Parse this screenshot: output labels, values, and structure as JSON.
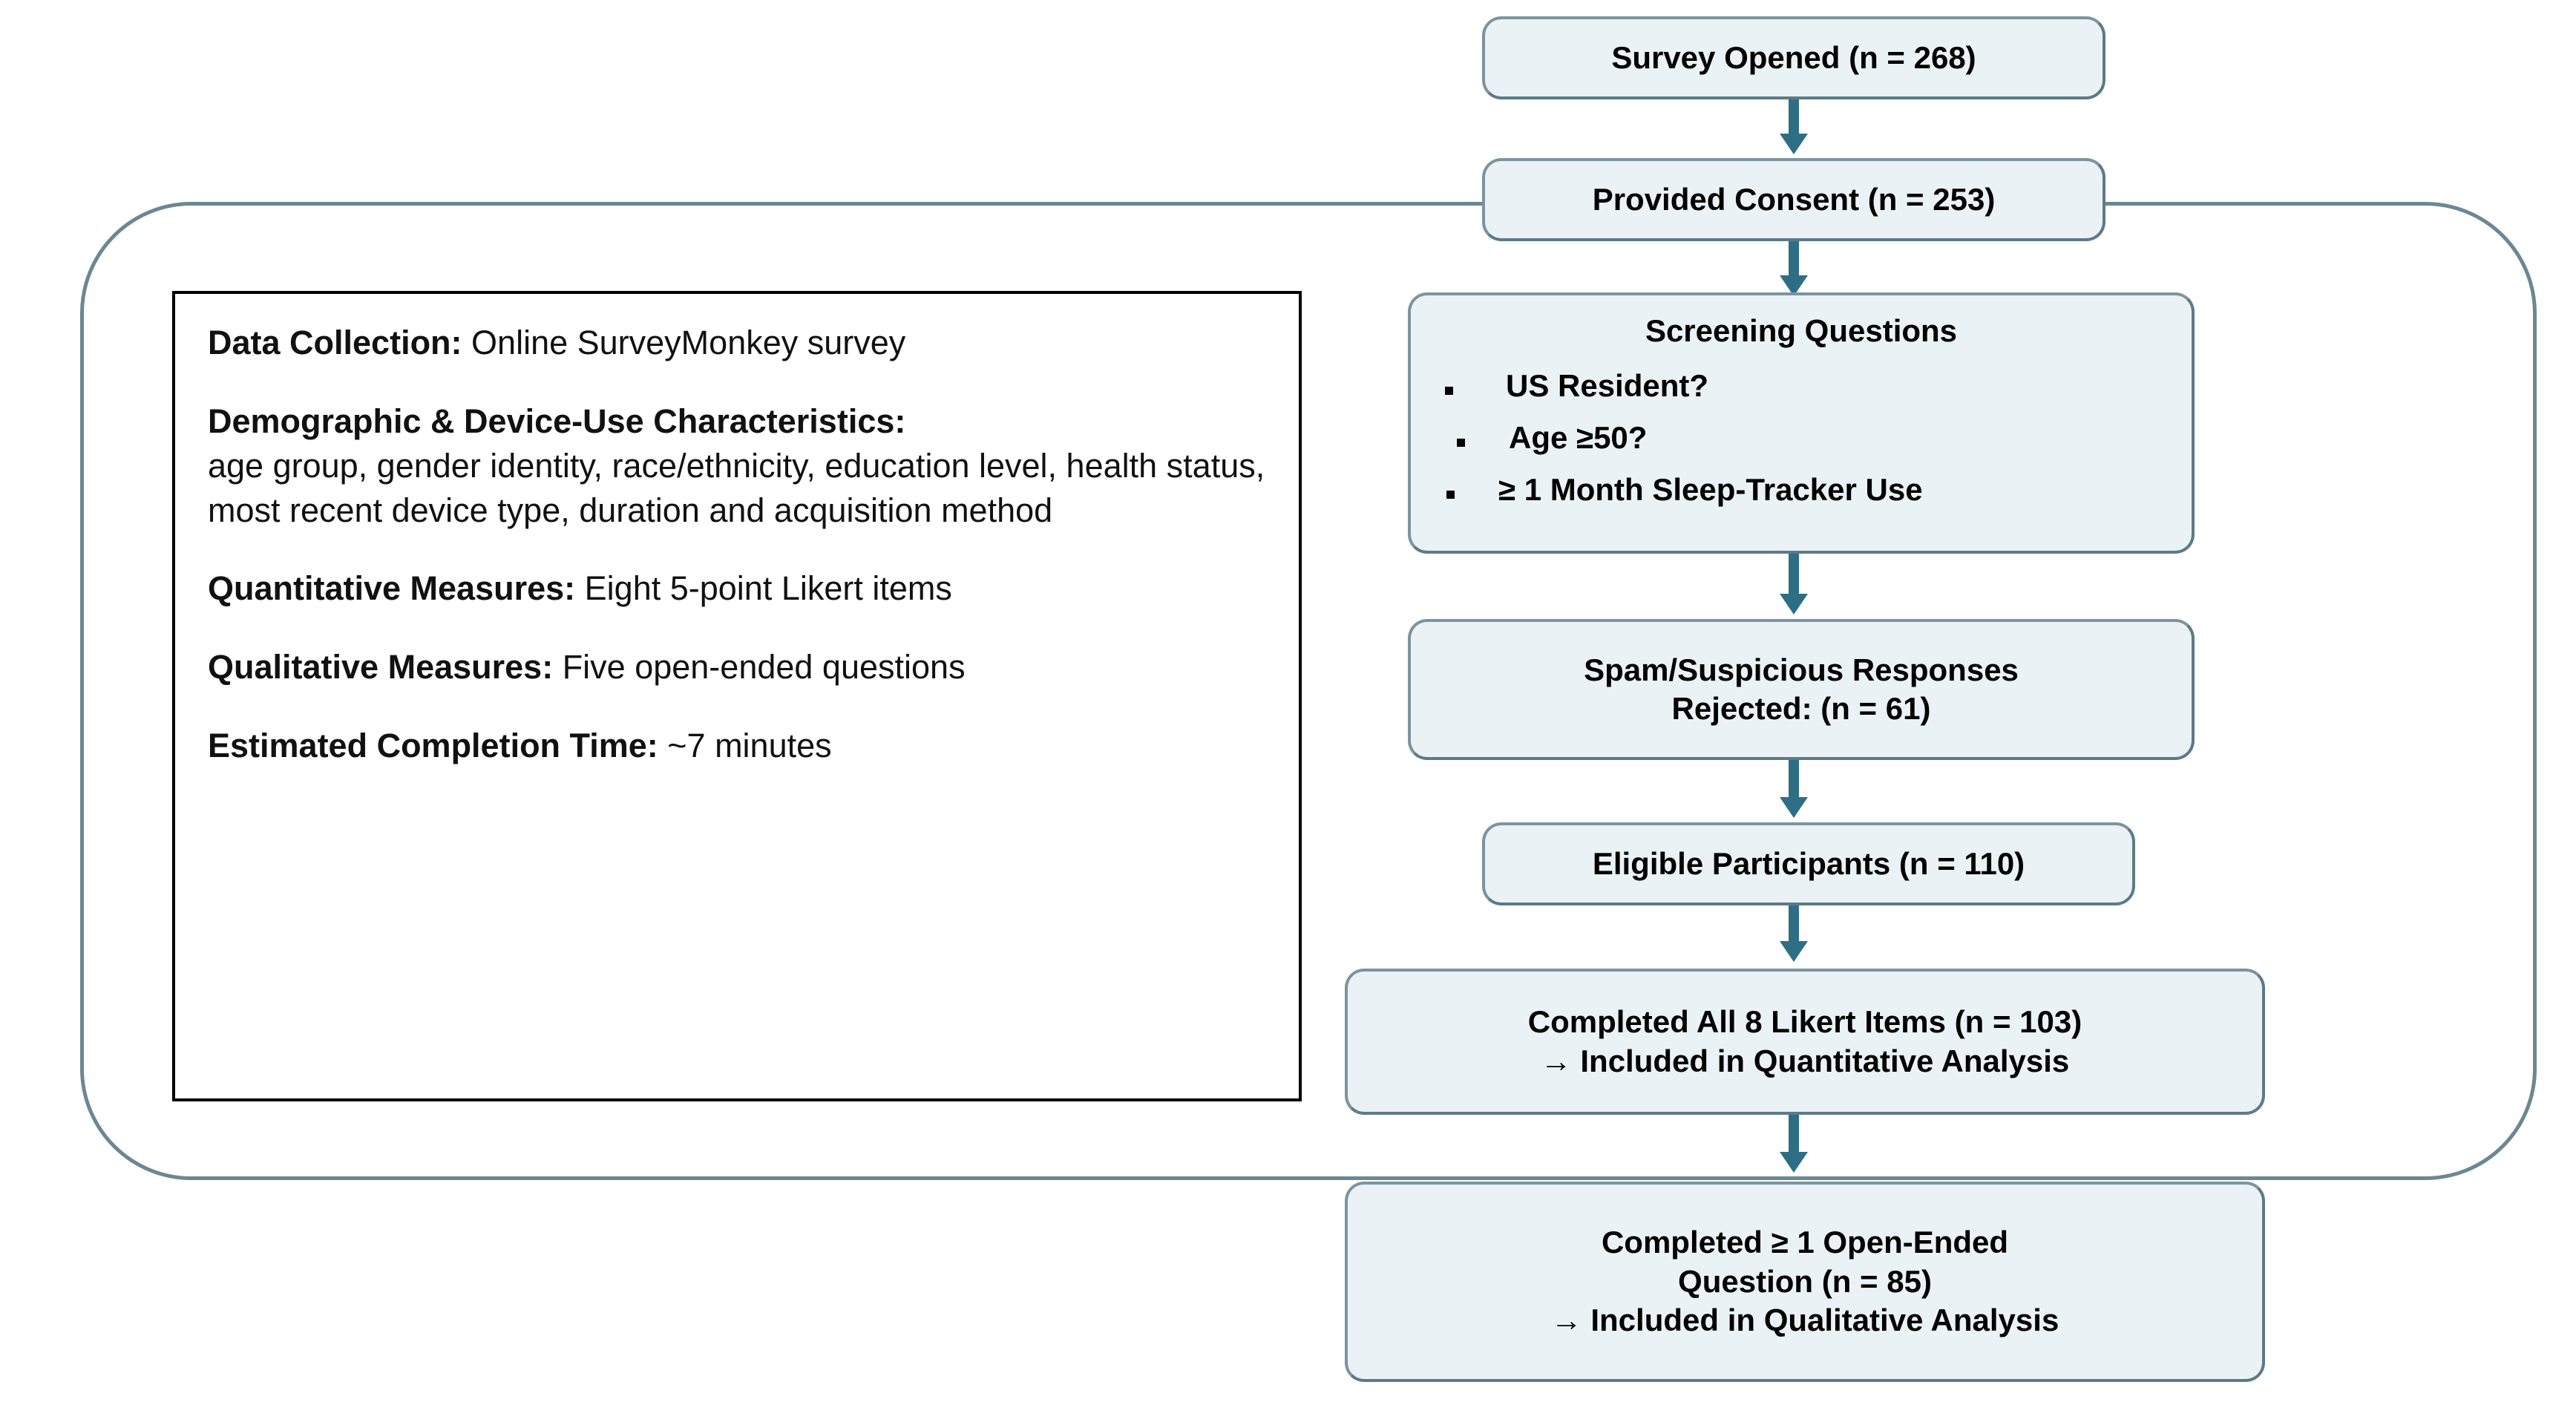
{
  "diagram": {
    "title_hidden": "Survey participant flow diagram",
    "accent_color": "#2e6e85",
    "node_fill": "#eaf2f5",
    "node_border": "#7d949e",
    "enclosure_border": "#6b8793",
    "infobox_border": "#000000"
  },
  "flow": {
    "nodes": [
      {
        "id": "survey-opened",
        "text": "Survey Opened (n = 268)"
      },
      {
        "id": "provided-consent",
        "text": "Provided Consent (n = 253)"
      },
      {
        "id": "screening",
        "title": "Screening Questions",
        "bullets": [
          "US Resident?",
          "Age ≥50?",
          "≥ 1 Month Sleep-Tracker Use"
        ]
      },
      {
        "id": "spam-rejected",
        "line1": "Spam/Suspicious Responses",
        "line2": "Rejected: (n = 61)"
      },
      {
        "id": "eligible",
        "text": "Eligible Participants (n = 110)"
      },
      {
        "id": "quantitative",
        "line1": "Completed All 8 Likert Items (n = 103)",
        "line2": "→ Included in Quantitative Analysis"
      },
      {
        "id": "qualitative",
        "line1": "Completed ≥ 1 Open-Ended",
        "line2": "Question (n = 85)",
        "line3": "→ Included in Qualitative Analysis"
      }
    ]
  },
  "infobox": {
    "rows": [
      {
        "label": "Data Collection:",
        "value": " Online SurveyMonkey survey"
      },
      {
        "label": "Demographic & Device-Use  Characteristics:",
        "value": "age group, gender identity, race/ethnicity, education level, health status, most recent  device  type, duration and acquisition method"
      },
      {
        "label": "Quantitative Measures:",
        "value": " Eight 5-point Likert items"
      },
      {
        "label": "Qualitative Measures:",
        "value": " Five open-ended questions"
      },
      {
        "label": "Estimated Completion Time:",
        "value": " ~7 minutes"
      }
    ]
  }
}
